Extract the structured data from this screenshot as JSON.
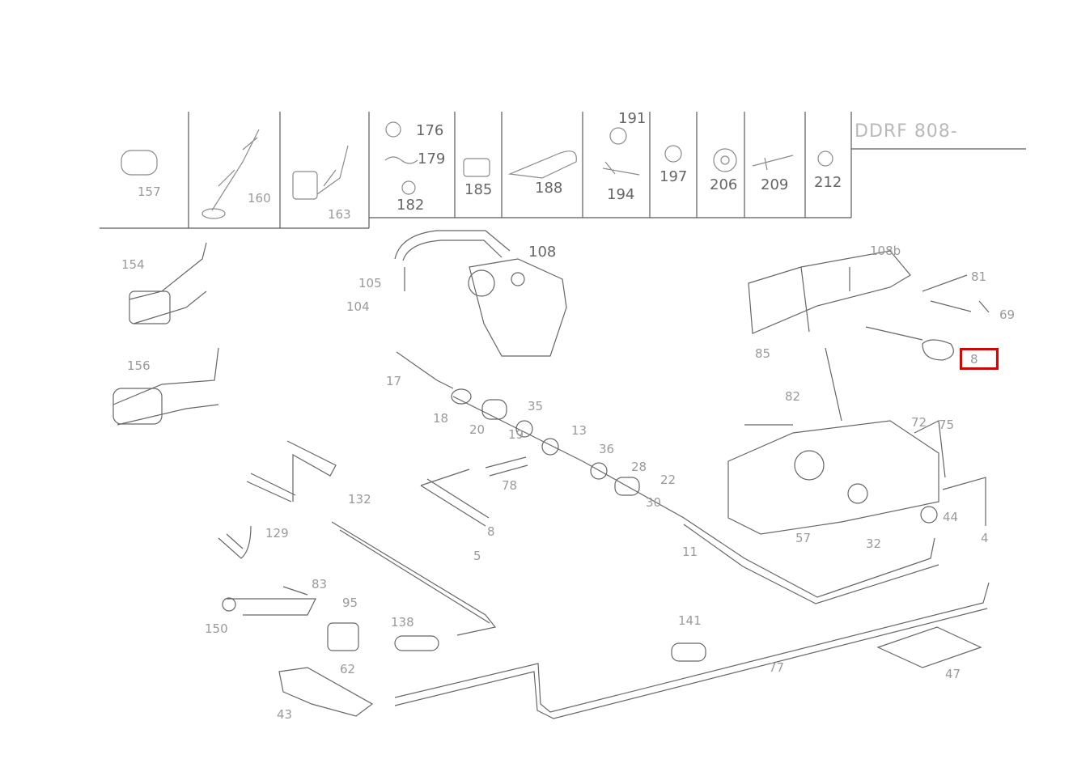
{
  "header_code": "DDRF 808-",
  "highlight": {
    "label": "8",
    "color": "#e00000"
  },
  "legend_labels": [
    "176",
    "179",
    "182",
    "185",
    "188",
    "191",
    "194",
    "197",
    "206",
    "209",
    "212"
  ],
  "legend_faint": [
    "157",
    "160",
    "163"
  ],
  "callouts": {
    "c108": "108",
    "faint": [
      "154",
      "156",
      "105",
      "104",
      "17",
      "18",
      "20",
      "19",
      "35",
      "13",
      "36",
      "28",
      "22",
      "30",
      "78",
      "8",
      "5",
      "11",
      "132",
      "129",
      "150",
      "83",
      "95",
      "82",
      "72",
      "75",
      "57",
      "32",
      "44",
      "85",
      "81",
      "69",
      "108b",
      "141",
      "4",
      "138",
      "77",
      "47",
      "43",
      "62"
    ]
  },
  "colors": {
    "line": "#5a5a5a",
    "faint_line": "#a8a8a8",
    "highlight": "#e00000"
  }
}
